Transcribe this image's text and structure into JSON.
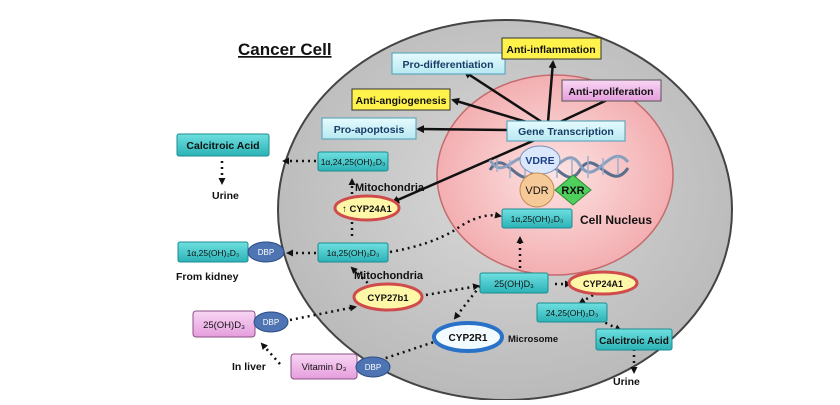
{
  "title": "Cancer Cell",
  "nucleus_label": "Cell Nucleus",
  "mito_top_label": "Mitochondria",
  "mito_bottom_label": "Mitochondria",
  "microsome_label": "Microsome",
  "effects": {
    "pro_differentiation": "Pro-differentiation",
    "anti_inflammation": "Anti-inflammation",
    "anti_angiogenesis": "Anti-angiogenesis",
    "anti_proliferation": "Anti-proliferation",
    "pro_apoptosis": "Pro-apoptosis"
  },
  "gene_transcription": "Gene Transcription",
  "vdre": "VDRE",
  "vdr": "VDR",
  "rxr": "RXR",
  "metabolites": {
    "calcitroic_acid_left": "Calcitroic Acid",
    "urine_left": "Urine",
    "hydroxy_24_25": "1α,24,25(OH)₂D₃",
    "cyp24a1_top": "↑ CYP24A1",
    "calcitriol_nucleus": "1α,25(OH)₂D₃",
    "calcitriol_blood": "1α,25(OH)₂D₃",
    "dbp_1": "DBP",
    "from_kidney": "From kidney",
    "calcitriol_cell": "1α,25(OH)₂D₃",
    "cyp27b1": "CYP27b1",
    "oh_d3_cell": "25(OH)D₃",
    "cyp24a1_right": "CYP24A1",
    "hydroxy_24_25_right": "24,25(OH)₂D₃",
    "oh_d3_liver": "25(OH)D₃",
    "dbp_2": "DBP",
    "in_liver": "In liver",
    "cyp2r1": "CYP2R1",
    "vitamin_d3": "Vitamin D₃",
    "dbp_3": "DBP",
    "calcitroic_acid_right": "Calcitroic Acid",
    "urine_right": "Urine"
  },
  "colors": {
    "cell_fill": "#cdcdcd",
    "nucleus_fill": "#f5b9bb",
    "teal_box": "#3ec7c9",
    "light_blue_box": "#c9f1f8",
    "yellow_box": "#fff24a",
    "pink_box": "#f0b2ea",
    "dbp_blue": "#4f74b4",
    "enzyme_red_ring": "#d04b4b",
    "enzyme_yellow_fill": "#fff7a8",
    "microsome_blue_ring": "#2a72c8",
    "rxr_green": "#4fcf5b",
    "vdr_peach": "#f6c998"
  }
}
